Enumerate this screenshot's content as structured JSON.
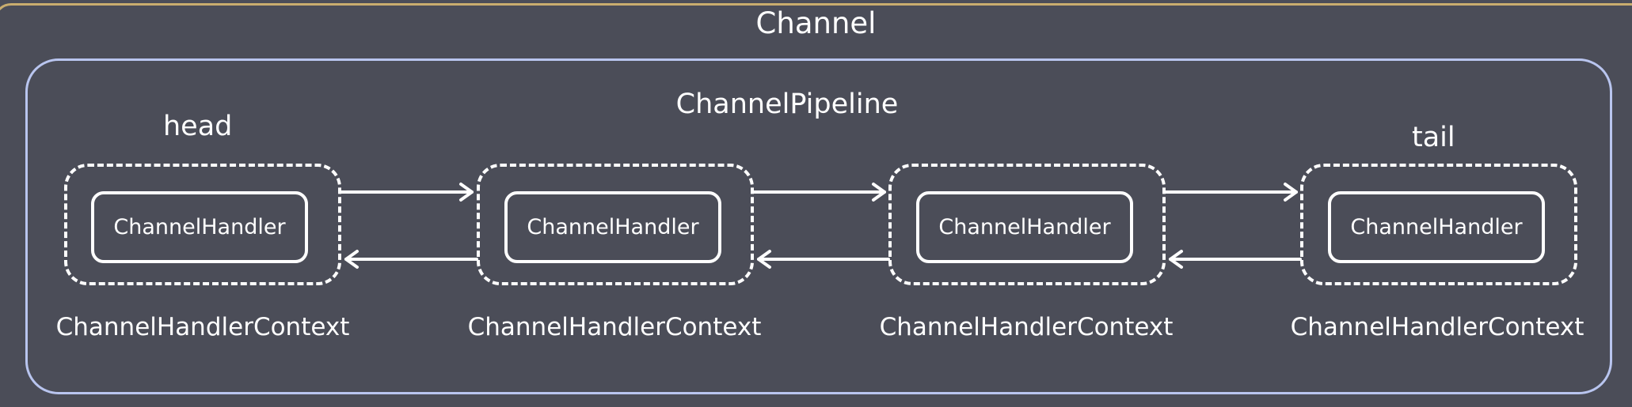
{
  "channel": {
    "title": "Channel"
  },
  "pipeline": {
    "title": "ChannelPipeline",
    "head_label": "head",
    "tail_label": "tail",
    "contexts": [
      {
        "handler": "ChannelHandler",
        "context": "ChannelHandlerContext"
      },
      {
        "handler": "ChannelHandler",
        "context": "ChannelHandlerContext"
      },
      {
        "handler": "ChannelHandler",
        "context": "ChannelHandlerContext"
      },
      {
        "handler": "ChannelHandler",
        "context": "ChannelHandlerContext"
      }
    ]
  },
  "colors": {
    "background": "#4b4d58",
    "channel_border": "#c9ad6e",
    "pipeline_border": "#b9c5ef",
    "lines": "#ffffff"
  }
}
